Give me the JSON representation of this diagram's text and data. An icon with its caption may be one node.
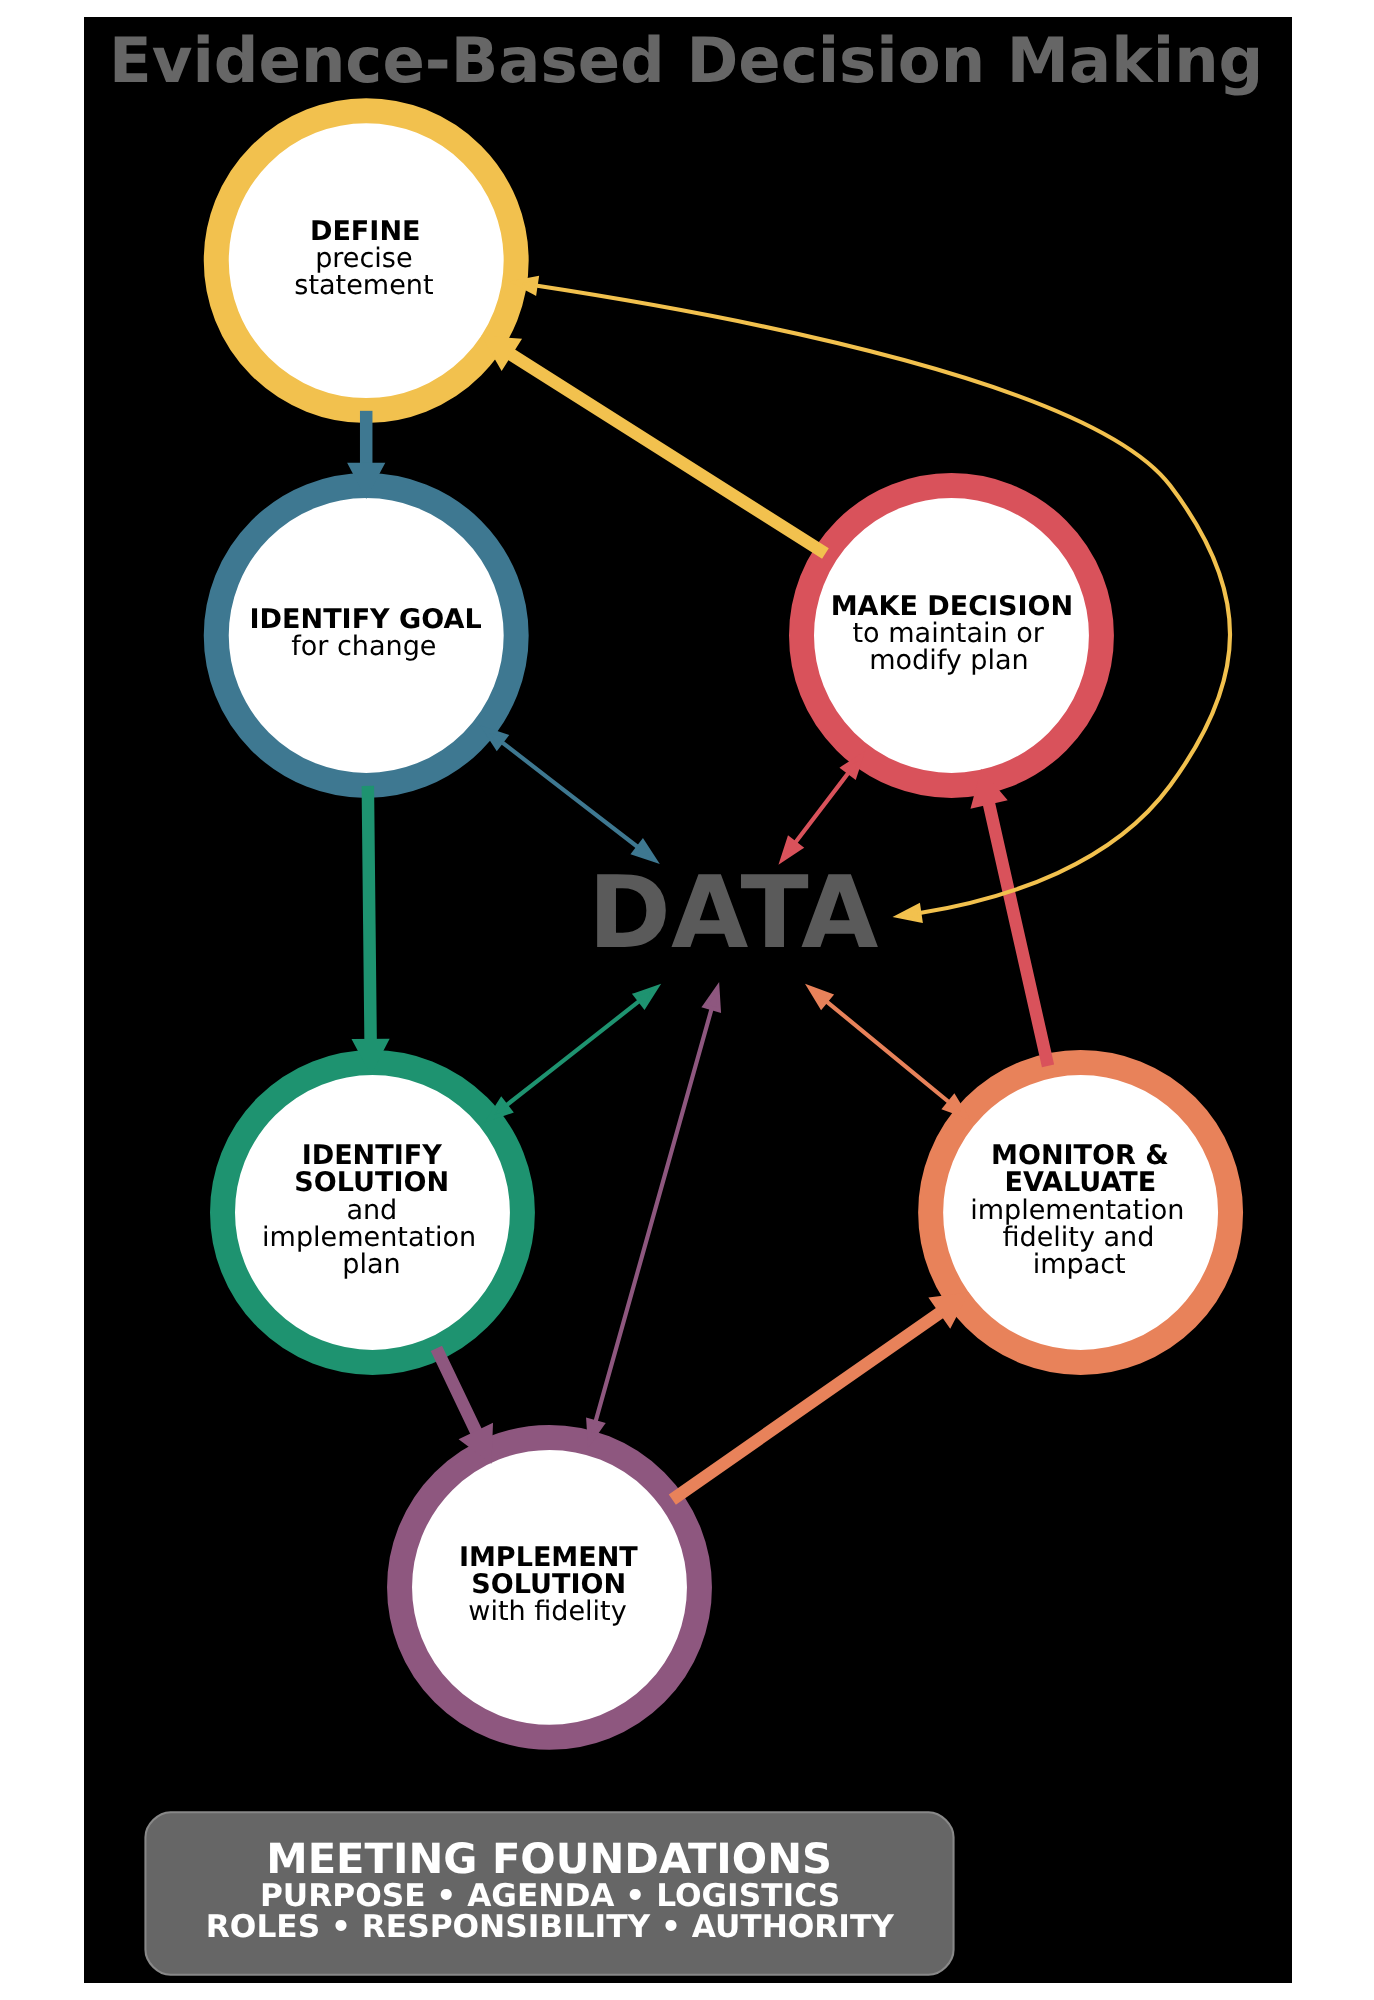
{
  "diagram": {
    "title": "Evidence-Based Decision Making",
    "nodes": [
      {
        "text": [
          "DEFINE",
          "precise statement"
        ]
      },
      {
        "text": [
          "IDENTIFY GOAL",
          "for change"
        ]
      },
      {
        "text": [
          "IDENTIFY SOLUTION",
          "and implementation plan"
        ]
      },
      {
        "text": [
          "IMPLEMENT SOLUTION",
          "with fidelity"
        ]
      },
      {
        "text": [
          "MONITOR & EVALUATE",
          "implementation fidelity and impact"
        ]
      },
      {
        "text": [
          "MAKE DECISION",
          "to maintain or modify plan"
        ]
      },
      {
        "text": [
          "DATA"
        ]
      },
      {
        "text": [
          "MEETING FOUNDATIONS",
          "PURPOSE • AGENDA • LOGISTICS",
          "ROLES • RESPONSIBILITY • AUTHORITY"
        ]
      }
    ],
    "edges": [
      {
        "from": 0,
        "to": 1,
        "arrow": "to",
        "style": "thick",
        "color": "#3e7891"
      },
      {
        "from": 1,
        "to": 2,
        "arrow": "to",
        "style": "thick",
        "color": "#1e9370"
      },
      {
        "from": 2,
        "to": 3,
        "arrow": "to",
        "style": "thick",
        "color": "#8e577f"
      },
      {
        "from": 3,
        "to": 4,
        "arrow": "to",
        "style": "thick",
        "color": "#e8825a"
      },
      {
        "from": 4,
        "to": 5,
        "arrow": "to",
        "style": "thick",
        "color": "#d9525b"
      },
      {
        "from": 5,
        "to": 0,
        "arrow": "to",
        "style": "thick",
        "color": "#f2c14e"
      },
      {
        "from": 6,
        "to": 0,
        "arrow": "both",
        "color": "#f2c14e"
      },
      {
        "from": 6,
        "to": 1,
        "arrow": "both",
        "color": "#3e7891"
      },
      {
        "from": 6,
        "to": 2,
        "arrow": "both",
        "color": "#1e9370"
      },
      {
        "from": 6,
        "to": 3,
        "arrow": "both",
        "color": "#8e577f"
      },
      {
        "from": 6,
        "to": 4,
        "arrow": "both",
        "color": "#e8825a"
      },
      {
        "from": 6,
        "to": 5,
        "arrow": "both",
        "color": "#d9525b"
      }
    ]
  }
}
